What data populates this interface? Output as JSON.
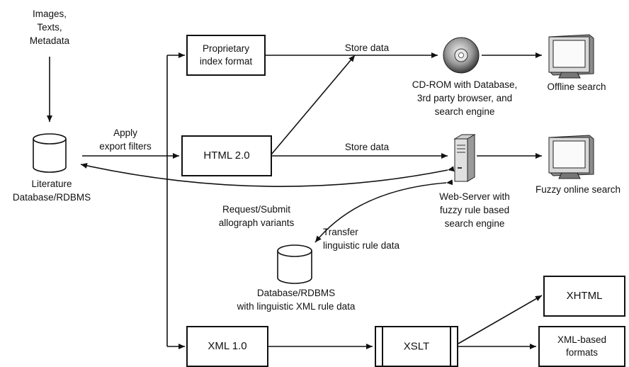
{
  "inputs_label": "Images,\nTexts,\nMetadata",
  "boxes": {
    "proprietary": "Proprietary\nindex format",
    "html": "HTML 2.0",
    "xml": "XML 1.0",
    "xslt": "XSLT",
    "xhtml": "XHTML",
    "xml_formats": "XML-based\nformats"
  },
  "databases": {
    "literature": "Literature\nDatabase/RDBMS",
    "linguistic": "Database/RDBMS\nwith linguistic XML rule data"
  },
  "devices": {
    "cdrom": "CD-ROM with Database,\n3rd party browser, and\nsearch engine",
    "offline_monitor": "Offline search",
    "webserver": "Web-Server with\nfuzzy rule based\nsearch engine",
    "online_monitor": "Fuzzy online search"
  },
  "edges": {
    "export": "Apply\nexport filters",
    "store_top": "Store data",
    "store_mid": "Store data",
    "request": "Request/Submit\nallograph variants",
    "transfer": "Transfer\nlinguistic rule data"
  }
}
